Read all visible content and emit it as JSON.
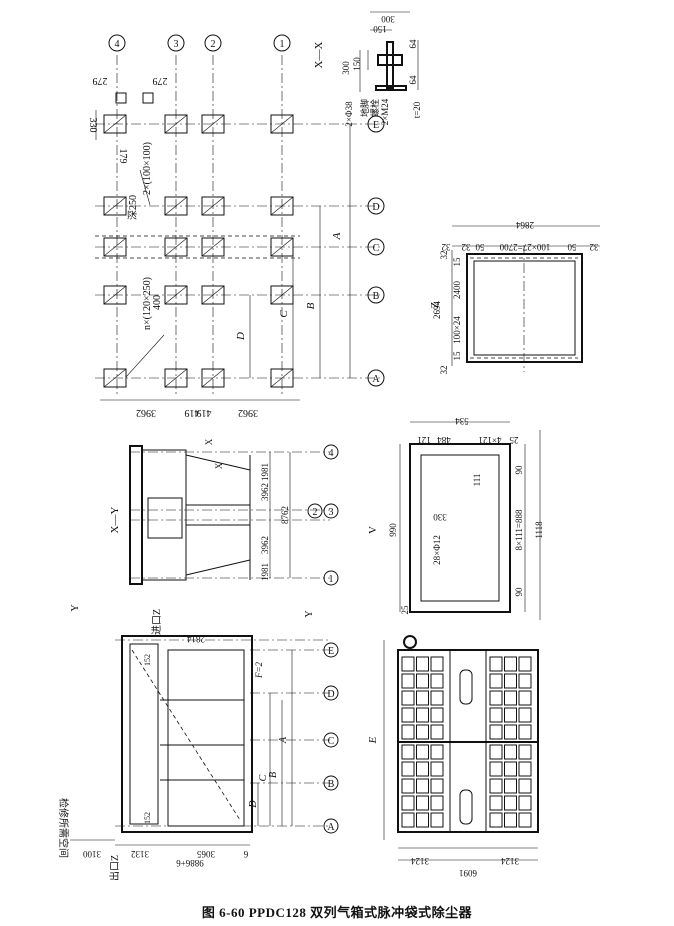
{
  "caption": "图 6-60 PPDC128 双列气箱式脉冲袋式除尘器",
  "views": {
    "x_x": {
      "title": "X—X",
      "dims": [
        "300",
        "150",
        "300",
        "150",
        "64",
        "64"
      ],
      "notes": [
        "2×Φ38",
        "地脚",
        "螺栓",
        "2×M24",
        "t=20"
      ]
    },
    "x_y": {
      "title": "X—Y",
      "dims": [
        "1981",
        "3962",
        "8762",
        "3962",
        "1981"
      ],
      "axes": [
        "1",
        "2",
        "3",
        "4"
      ],
      "marks": [
        "X",
        "X"
      ]
    },
    "z": {
      "title": "Z",
      "dims_top": [
        "32",
        "32",
        "50",
        "100×27=2700",
        "50",
        "32"
      ],
      "dim_total_top": "2864",
      "dims_side": [
        "32",
        "15",
        "2400",
        "100×24",
        "15",
        "32"
      ],
      "dim_total_side": "2694"
    },
    "v": {
      "title": "V",
      "dims": [
        "534",
        "121",
        "484",
        "4×121",
        "25",
        "111",
        "330",
        "28×Φ12",
        "990",
        "90",
        "8×111=888",
        "90",
        "1118",
        "25"
      ]
    },
    "plan": {
      "axes_num": [
        "4",
        "3",
        "2",
        "1"
      ],
      "axes_letter": [
        "A",
        "B",
        "C",
        "D",
        "E"
      ],
      "dims": [
        "330",
        "279",
        "279",
        "179",
        "3962",
        "419",
        "419",
        "3962"
      ],
      "notes": [
        "深250",
        "2×(100×100)",
        "n×(120×250)",
        "400"
      ],
      "spans": [
        "A",
        "B",
        "C",
        "D"
      ]
    },
    "elevation": {
      "labels": [
        "进口Z",
        "出口Z",
        "Y",
        "Y",
        "检修所需空间"
      ],
      "dims": [
        "3100",
        "9886+6",
        "3132",
        "3065",
        "6",
        "2814",
        "F=2",
        "A",
        "B",
        "C",
        "D",
        "152",
        "152"
      ],
      "axes": [
        "A",
        "B",
        "C",
        "D",
        "E"
      ]
    },
    "top_plan": {
      "dims": [
        "3124",
        "3124",
        "6091"
      ],
      "label": "E"
    }
  }
}
